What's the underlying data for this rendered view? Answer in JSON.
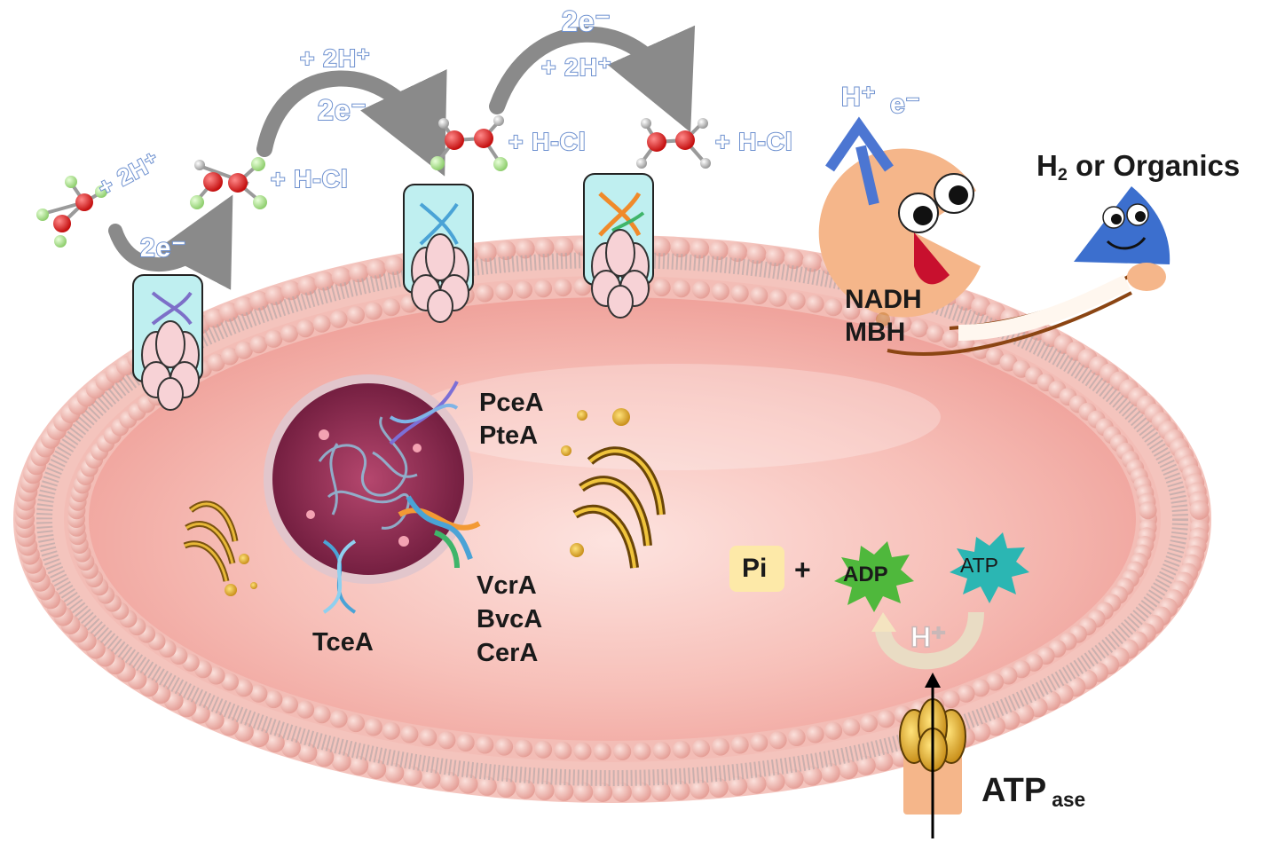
{
  "reactions": {
    "step1": {
      "protons": "+ 2H⁺",
      "electrons": "2e⁻",
      "hcl": "+ H-Cl"
    },
    "step2": {
      "protons": "+ 2H⁺",
      "electrons": "2e⁻",
      "hcl": "+ H-Cl"
    },
    "step3": {
      "electrons": "2e⁻",
      "protons": "+ 2H⁺",
      "hcl": "+ H-Cl"
    }
  },
  "hydrogenase": {
    "proton": "H⁺",
    "electron": "e⁻",
    "donor_main": "H",
    "donor_sub": "2",
    "donor_rest": " or Organics",
    "enzyme_line1": "NADH",
    "enzyme_line2": "MBH"
  },
  "genes": {
    "pcea": "PceA",
    "ptea": "PteA",
    "tcea": "TceA",
    "vcra": "VcrA",
    "bvca": "BvcA",
    "cera": "CerA"
  },
  "energy": {
    "pi": "Pi",
    "plus": "+",
    "adp": "ADP",
    "atp": "ATP",
    "proton": "H⁺",
    "atpase_main": "ATP",
    "atpase_sub": "ase"
  },
  "colors": {
    "membrane_bead": "#efb1a9",
    "cytoplasm": "#f4b2ac",
    "blue_text": "#6d90cf",
    "arrow_gray": "#8a8a8a",
    "adp_star": "#4fb83c",
    "atp_star": "#2bb6b3",
    "pi_box": "#fde9a8",
    "pacman": "#f5b68a",
    "wedge": "#3c6fce",
    "atpase": "#f5b68a"
  }
}
